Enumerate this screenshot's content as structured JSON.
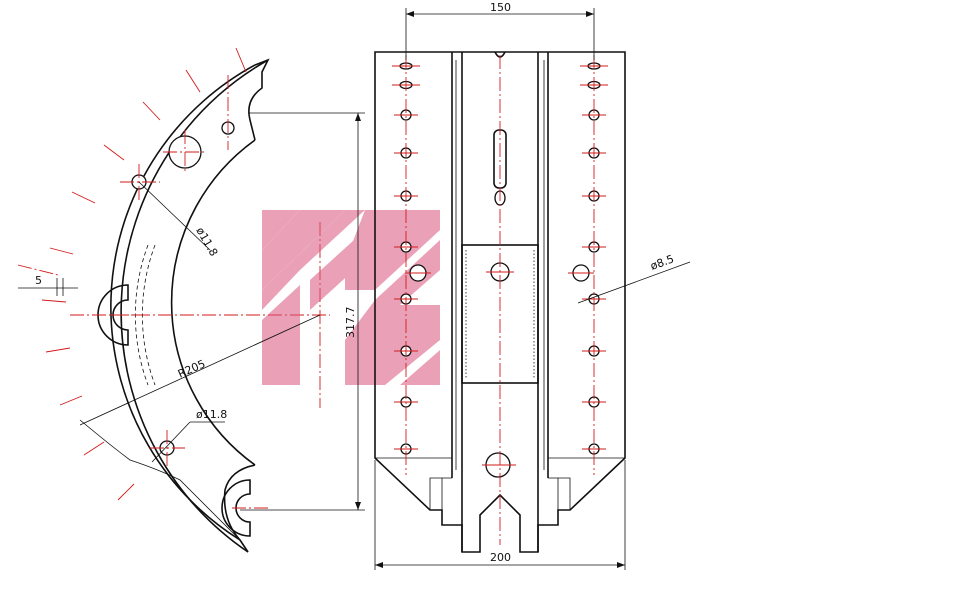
{
  "dimensions": {
    "top_width": "150",
    "bottom_width": "200",
    "height": "317.7",
    "radius": "R205",
    "hole_upper": "ø11.8",
    "hole_lower": "ø11.8",
    "rivet_hole": "ø8.5",
    "lining_offset": "5"
  },
  "colors": {
    "outline": "#111111",
    "centerline": "#d31a1a",
    "watermark": "#d9557f"
  },
  "watermark_icon": "brand-logo-watermark"
}
